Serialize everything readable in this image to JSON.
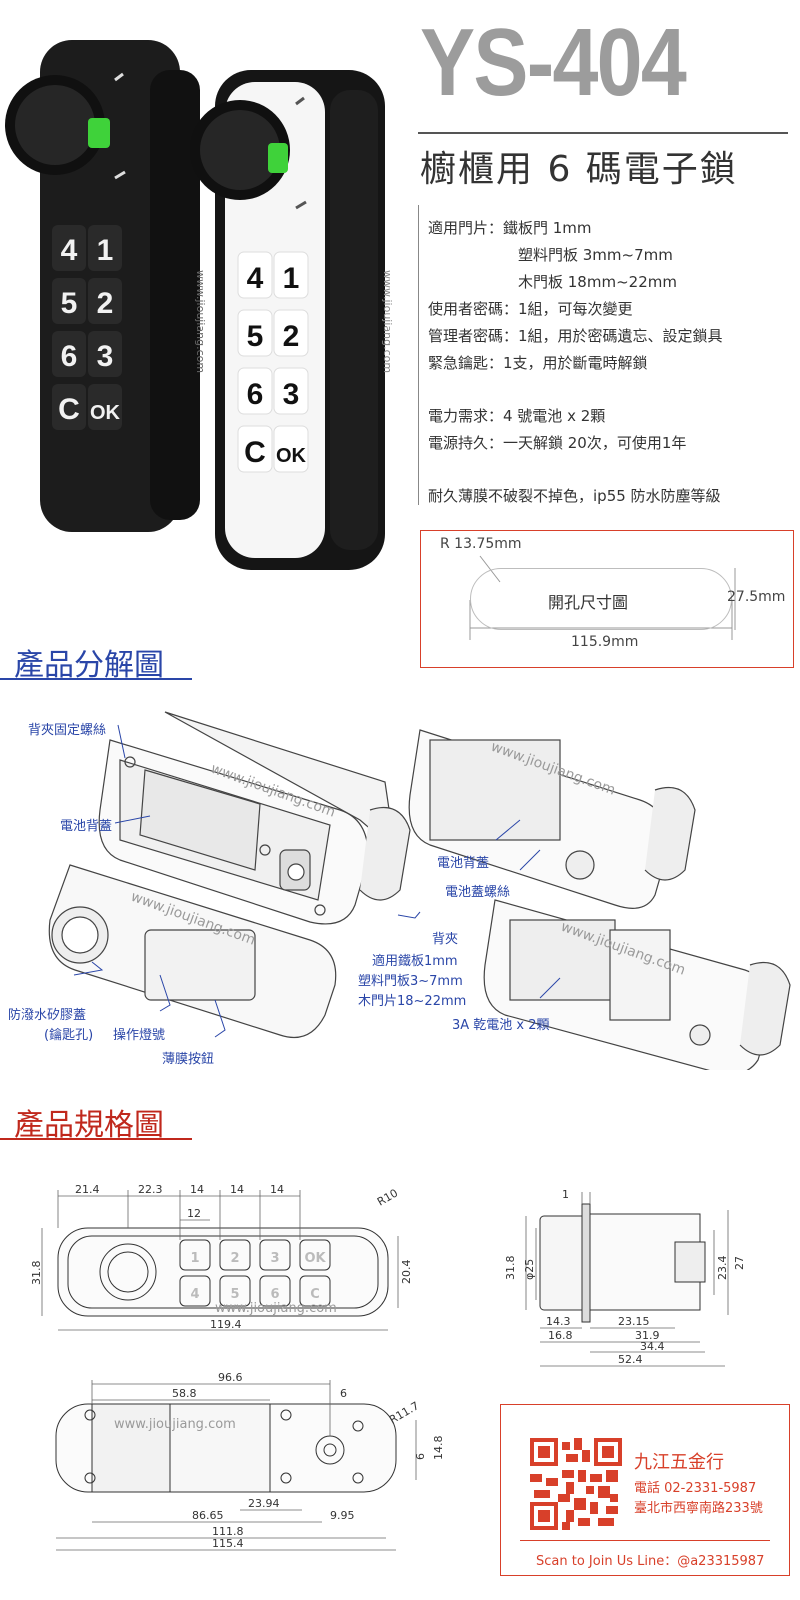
{
  "header": {
    "model": "YS-404",
    "subtitle": "櫥櫃用 6 碼電子鎖"
  },
  "specs": {
    "door": "適用門片：鐵板門  1mm",
    "plastic": "塑料門板  3mm~7mm",
    "wood": "木門板  18mm~22mm",
    "user_pw": "使用者密碼：1組，可每次變更",
    "admin_pw": "管理者密碼：1組，用於密碼遺忘、設定鎖具",
    "emergency": "緊急鑰匙：1支，用於斷電時解鎖",
    "power": "電力需求：4 號電池 x 2顆",
    "battery": "電源持久：一天解鎖 20次，可使用1年",
    "durable": "耐久薄膜不破裂不掉色，ip55 防水防塵等級"
  },
  "hole": {
    "radius": "R  13.75mm",
    "label": "開孔尺寸圖",
    "height": "27.5mm",
    "width": "115.9mm"
  },
  "keypad": {
    "keys": [
      "4",
      "1",
      "5",
      "2",
      "6",
      "3",
      "C",
      "OK"
    ],
    "watermark": "www.jioujiang.com"
  },
  "exploded": {
    "title": "產品分解圖",
    "callouts": {
      "back_screw": "背夾固定螺絲",
      "battery_cover_l": "電池背蓋",
      "battery_cover_r": "電池背蓋",
      "cover_screw": "電池蓋螺絲",
      "back_clip": "背夾",
      "clip_iron": "適用鐵板1mm",
      "clip_plastic": "塑料門板3~7mm",
      "clip_wood": "木門片18~22mm",
      "silicone": "防潑水矽膠蓋",
      "keyhole": "(鑰匙孔)",
      "led": "操作燈號",
      "membrane": "薄膜按鈕",
      "batteries": "3A 乾電池 x 2顆"
    },
    "watermark": "www.jioujiang.com"
  },
  "spec_drawing": {
    "title": "產品規格圖",
    "front": {
      "d1": "21.4",
      "d2": "22.3",
      "d3": "14",
      "d4": "14",
      "d5": "14",
      "d12": "12",
      "height": "31.8",
      "inner": "20.4",
      "width": "119.4",
      "radius": "R10",
      "keys": [
        "1",
        "2",
        "3",
        "OK",
        "4",
        "5",
        "6",
        "C"
      ]
    },
    "side": {
      "t1": "1",
      "h1": "31.8",
      "h2": "φ25",
      "h3": "23.4",
      "h4": "27",
      "w1": "14.3",
      "w2": "23.15",
      "w3": "16.8",
      "w4": "31.9",
      "w5": "34.4",
      "w6": "52.4"
    },
    "back": {
      "w1": "96.6",
      "w2": "58.8",
      "w3": "6",
      "r": "R11.7",
      "h1": "6",
      "h2": "14.8",
      "w4": "23.94",
      "w5": "86.65",
      "w6": "9.95",
      "w7": "111.8",
      "w8": "115.4"
    },
    "watermark": "www.jioujiang.com"
  },
  "contact": {
    "name": "九江五金行",
    "phone": "電話 02-2331-5987",
    "address": "臺北市西寧南路233號",
    "scan": "Scan to Join Us    Line：@a23315987"
  },
  "colors": {
    "accent_red": "#d8402a",
    "accent_blue": "#2a46a8",
    "model_gray": "#9c9c9c",
    "led_green": "#3fd23a"
  }
}
